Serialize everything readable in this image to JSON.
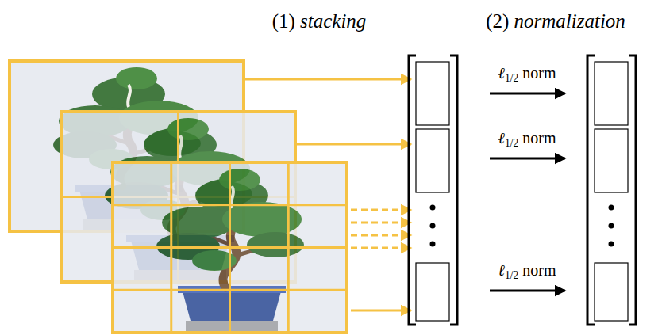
{
  "diagram": {
    "labels": [
      "(1) stacking",
      "(2) normalization",
      "ℓ1/2 norm",
      "ℓ1/2 norm",
      "ℓ1/2 norm"
    ]
  }
}
